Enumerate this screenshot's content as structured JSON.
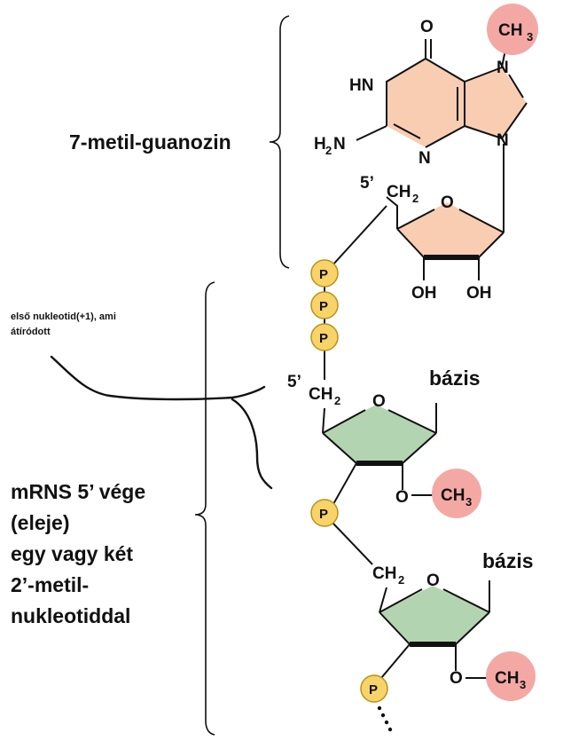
{
  "labels": {
    "guanosine_title": "7-metil-guanozin",
    "note_line1": "első nukleotid(+1), ami",
    "note_line2": "átíródott",
    "mrna_lines": [
      "mRNS 5’ vége",
      "(eleje)",
      "egy vagy két",
      "2’-metil-",
      "nukleotiddal"
    ],
    "base_label": "bázis",
    "five_prime": "5’"
  },
  "atoms": {
    "carbonyl_o": "O",
    "n_h": "HN",
    "n": "N",
    "h2n_h": "H",
    "h2n_2": "2",
    "h2n_n": "N",
    "ch2_c": "CH",
    "ch2_2": "2",
    "ring_o": "O",
    "oh": "OH",
    "ch3_c": "CH",
    "ch3_3": "3",
    "phosphate": "P",
    "o": "O"
  },
  "colors": {
    "methyl_fill": "#f4a8a4",
    "guanine_fill": "#f8cdb2",
    "ribose_cap_fill": "#f8cdb2",
    "ribose_fill": "#b3d4b0",
    "phosphate_fill": "#f7d36a",
    "phosphate_stroke": "#b89418",
    "line": "#111111"
  }
}
